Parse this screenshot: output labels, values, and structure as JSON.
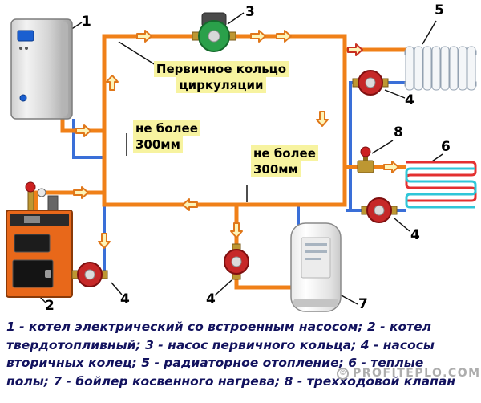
{
  "colors": {
    "supply_pipe": "#f08018",
    "return_pipe": "#3a6fd8",
    "highlight": "#f7f3a0",
    "caption_text": "#12125e",
    "boiler_solid": "#e8681a",
    "pump_primary": "#2aa04a",
    "pump_secondary": "#c62828",
    "floor_supply": "#e33030",
    "floor_return": "#2fc6d8"
  },
  "annotations": {
    "primary_ring_line1": "Первичное кольцо",
    "primary_ring_line2": "циркуляции",
    "limit_left_line1": "не более",
    "limit_left_line2": "300мм",
    "limit_mid_line1": "не более",
    "limit_mid_line2": "300мм"
  },
  "callouts": {
    "n1": "1",
    "n2": "2",
    "n3": "3",
    "n4": "4",
    "n5": "5",
    "n6": "6",
    "n7": "7",
    "n8": "8"
  },
  "caption": {
    "line1": "1 - котел электрический со встроенным насосом; 2 - котел",
    "line2": "твердотопливный; 3 - насос первичного кольца; 4 - насосы",
    "line3": "вторичных колец; 5 - радиаторное отопление; 6 - теплые",
    "line4": "полы; 7 - бойлер косвенного нагрева; 8 - трехходовой клапан"
  },
  "watermark": {
    "copyright_icon": "©",
    "text": "PROFITEPLO.COM"
  }
}
